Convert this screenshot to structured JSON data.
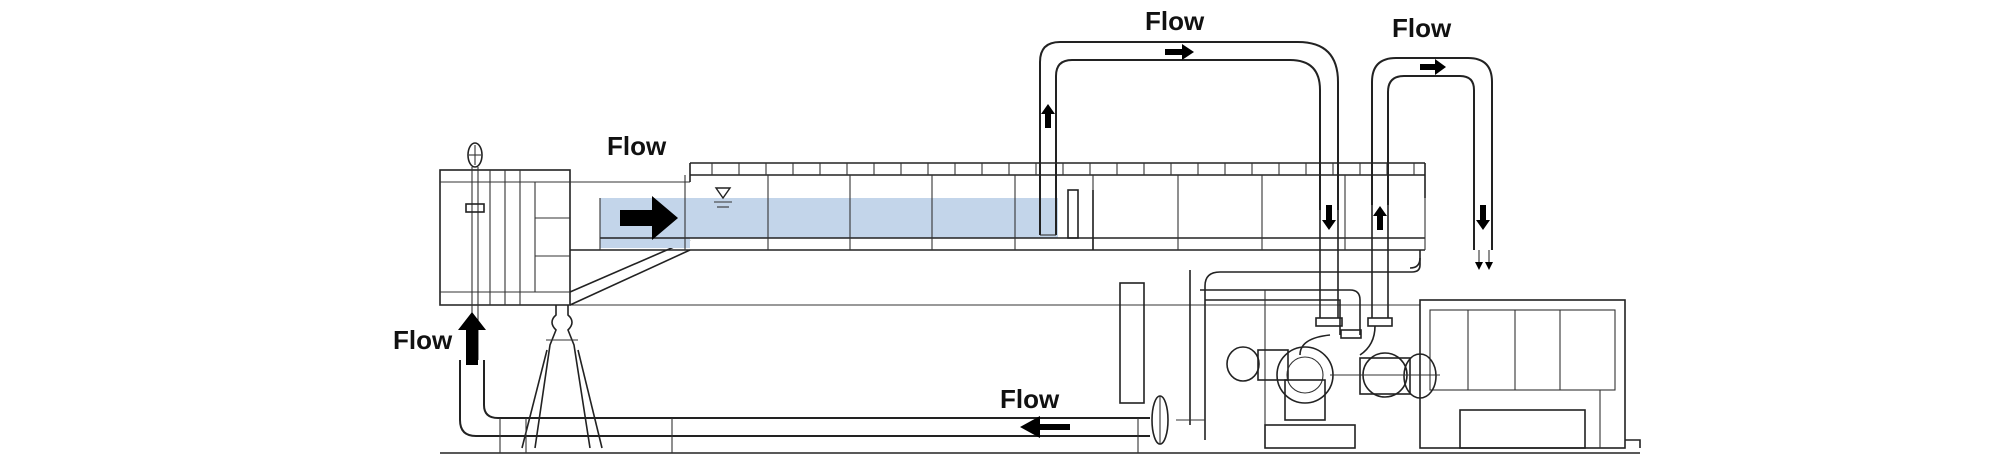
{
  "flow_labels": {
    "inlet": "Flow",
    "upper_left_pipe": "Flow",
    "upper_right_pipe": "Flow",
    "riser": "Flow",
    "return_pipe": "Flow"
  },
  "colors": {
    "water": "#c3d5ea",
    "line": "#222222",
    "arrow": "#000000"
  },
  "icons": [
    "arrow-right-icon",
    "arrow-left-icon",
    "arrow-up-icon",
    "arrow-down-icon",
    "water-level-icon"
  ]
}
